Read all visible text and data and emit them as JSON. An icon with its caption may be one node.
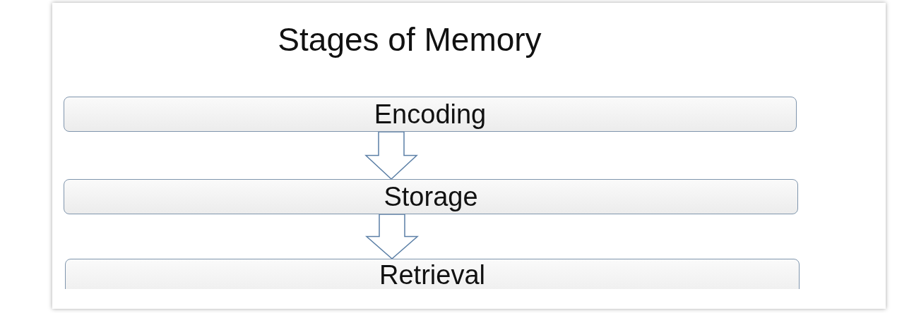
{
  "diagram": {
    "title": "Stages of Memory",
    "nodes": [
      {
        "text": [
          "Encoding"
        ]
      },
      {
        "text": [
          "Storage"
        ]
      },
      {
        "text": [
          "Retrieval"
        ]
      }
    ],
    "edges": [
      {
        "from": 0,
        "to": 1,
        "arrow": "to"
      },
      {
        "from": 1,
        "to": 2,
        "arrow": "to"
      }
    ]
  }
}
